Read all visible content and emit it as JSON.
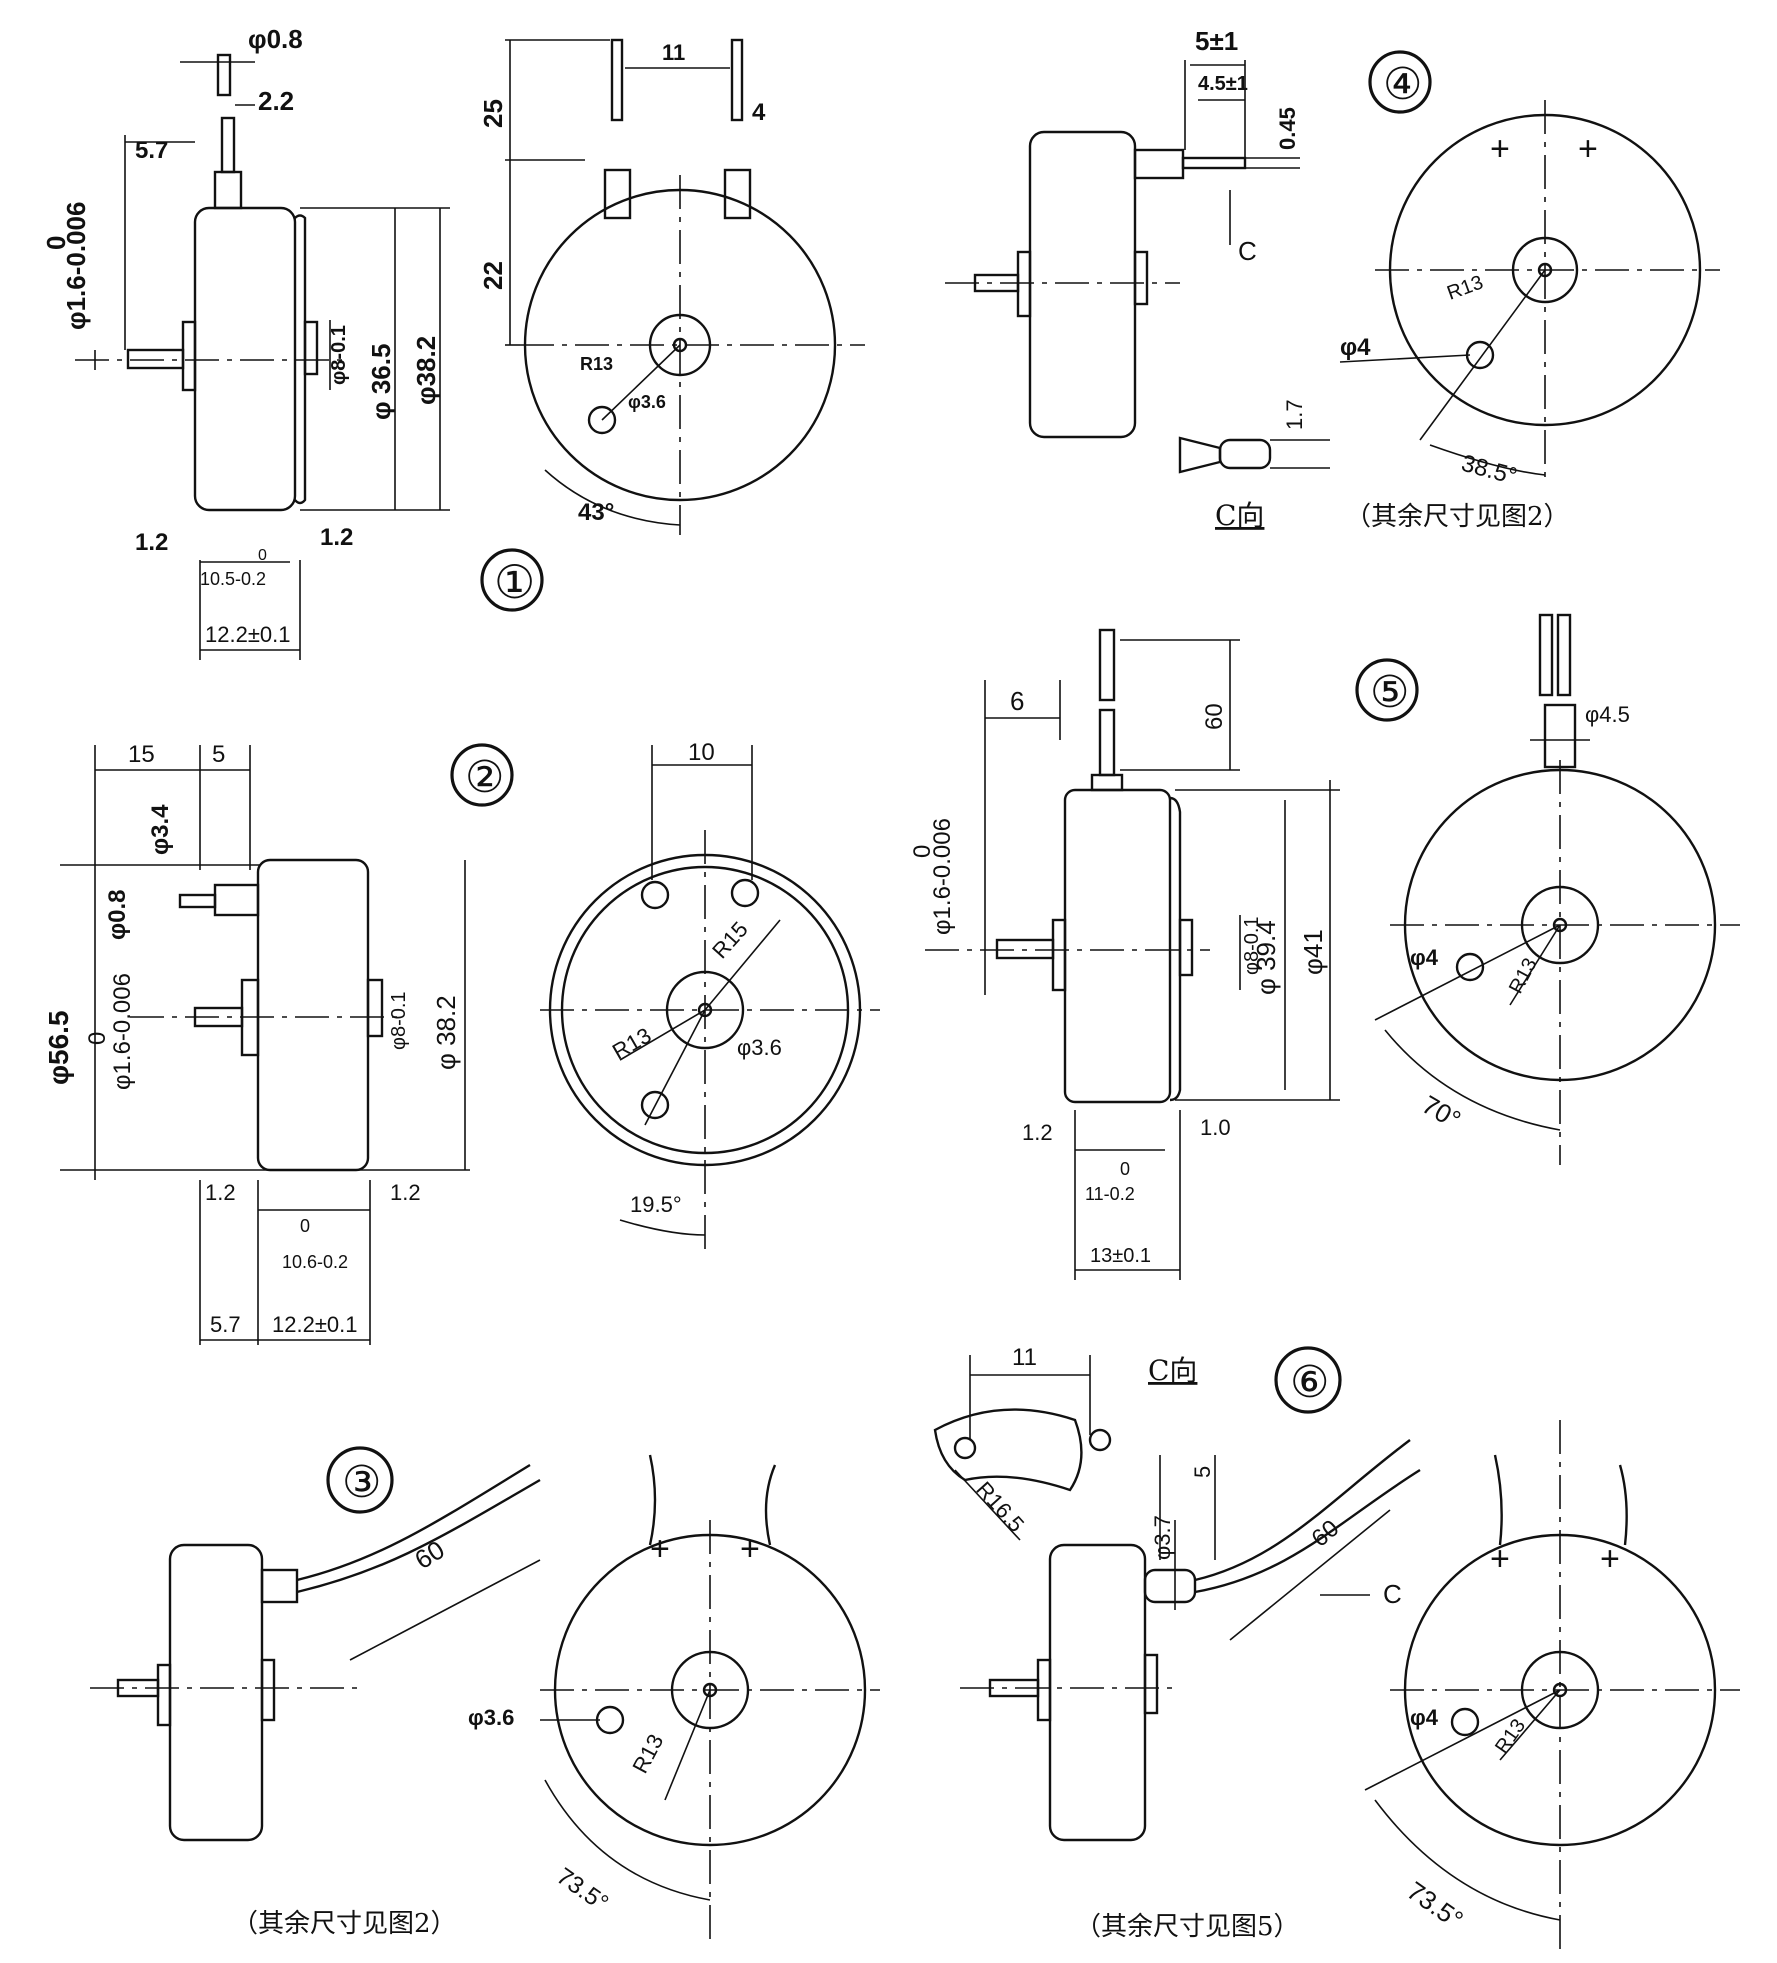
{
  "views": [
    {
      "number": "①",
      "dims": [
        "φ0.8",
        "2.2",
        "5.7",
        "φ1.6-0.006",
        "0",
        "φ8-0.1",
        "φ 36.5",
        "φ38.2",
        "25",
        "11",
        "4",
        "22",
        "R13",
        "φ3.6",
        "43°",
        "1.2",
        "1.2",
        "10.5-0.2",
        "0",
        "12.2±0.1"
      ]
    },
    {
      "number": "②",
      "dims": [
        "15",
        "5",
        "φ3.4",
        "φ56.5",
        "φ0.8",
        "0",
        "φ1.6-0.006",
        "φ8-0.1",
        "φ 38.2",
        "1.2",
        "1.2",
        "0",
        "10.6-0.2",
        "5.7",
        "12.2±0.1",
        "10",
        "R15",
        "R13",
        "φ3.6",
        "19.5°"
      ]
    },
    {
      "number": "③",
      "dims": [
        "60",
        "φ3.6",
        "R13",
        "73.5°",
        "+",
        "+"
      ],
      "note": "（其余尺寸见图2）"
    },
    {
      "number": "④",
      "dims": [
        "5±1",
        "4.5±1",
        "0.45",
        "C",
        "1.7",
        "R13",
        "φ4",
        "38.5°",
        "+",
        "+"
      ],
      "view_label": "C向",
      "note": "（其余尺寸见图2）"
    },
    {
      "number": "⑤",
      "dims": [
        "6",
        "60",
        "0",
        "φ1.6-0.006",
        "φ8-0.1",
        "φ 39.4",
        "φ41",
        "1.2",
        "1.0",
        "0",
        "11-0.2",
        "13±0.1",
        "φ4.5",
        "φ4",
        "R13",
        "70°"
      ]
    },
    {
      "number": "⑥",
      "dims": [
        "11",
        "R16.5",
        "5",
        "φ3.7",
        "60",
        "C",
        "φ4",
        "R13",
        "73.5°",
        "+",
        "+"
      ],
      "view_label": "C向",
      "note": "（其余尺寸见图5）"
    }
  ]
}
